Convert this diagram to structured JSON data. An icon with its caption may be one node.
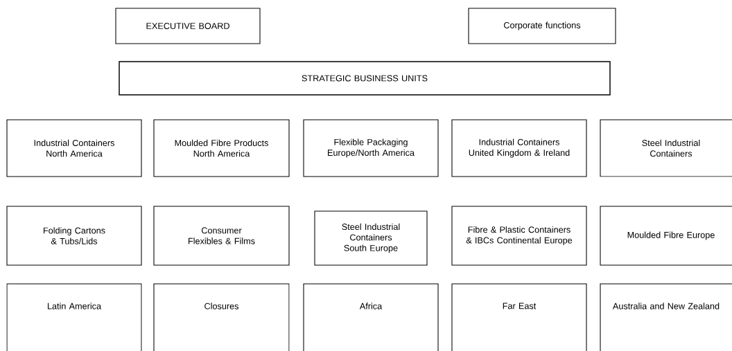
{
  "diagram": {
    "nodes": [
      {
        "text": [
          "EXECUTIVE BOARD"
        ]
      },
      {
        "text": [
          "Corporate functions"
        ]
      },
      {
        "text": [
          "STRATEGIC BUSINESS UNITS"
        ]
      },
      {
        "text": [
          "Industrial Containers North America"
        ]
      },
      {
        "text": [
          "Moulded Fibre Products North America"
        ]
      },
      {
        "text": [
          "Flexible Packaging Europe/North America"
        ]
      },
      {
        "text": [
          "Industrial Containers United Kingdom & Ireland"
        ]
      },
      {
        "text": [
          "Steel Industrial Containers"
        ]
      },
      {
        "text": [
          "Folding Cartons & Tubs/Lids"
        ]
      },
      {
        "text": [
          "Consumer Flexibles & Films"
        ]
      },
      {
        "text": [
          "Steel Industrial Containers South Europe"
        ]
      },
      {
        "text": [
          "Fibre & Plastic Containers & IBCs Continental Europe"
        ]
      },
      {
        "text": [
          "Moulded Fibre Europe"
        ]
      },
      {
        "text": [
          "Latin America"
        ]
      },
      {
        "text": [
          "Closures"
        ]
      },
      {
        "text": [
          "Africa"
        ]
      },
      {
        "text": [
          "Far East"
        ]
      },
      {
        "text": [
          "Australia and New Zealand"
        ]
      }
    ]
  }
}
